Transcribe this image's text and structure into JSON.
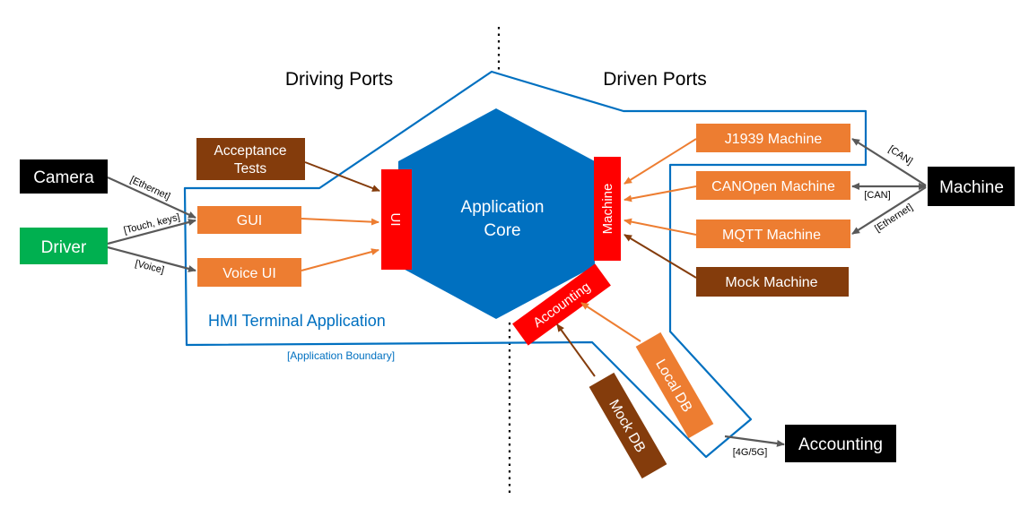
{
  "headings": {
    "driving_ports": "Driving Ports",
    "driven_ports": "Driven Ports"
  },
  "core": {
    "line1": "Application",
    "line2": "Core"
  },
  "ports": {
    "ui": "UI",
    "machine": "Machine",
    "accounting": "Accounting"
  },
  "adapters": {
    "acceptance_tests_line1": "Acceptance",
    "acceptance_tests_line2": "Tests",
    "gui": "GUI",
    "voice_ui": "Voice UI",
    "j1939": "J1939 Machine",
    "canopen": "CANOpen Machine",
    "mqtt": "MQTT Machine",
    "mock_machine": "Mock Machine",
    "local_db": "Local DB",
    "mock_db": "Mock DB"
  },
  "actors": {
    "camera": "Camera",
    "driver": "Driver",
    "machine": "Machine",
    "accounting": "Accounting"
  },
  "connection_labels": {
    "ethernet_camera": "[Ethernet]",
    "touch_keys": "[Touch, keys]",
    "voice": "[Voice]",
    "can_j1939": "[CAN]",
    "can_canopen": "[CAN]",
    "ethernet_mqtt": "[Ethernet]",
    "cellular": "[4G/5G]"
  },
  "boundary": {
    "app_name": "HMI Terminal Application",
    "caption": "[Application Boundary]"
  },
  "colors": {
    "core_blue": "#0070C0",
    "port_red": "#FF0000",
    "adapter_orange": "#ED7D31",
    "adapter_brown": "#843C0C",
    "actor_black": "#000000",
    "actor_green": "#00B050",
    "boundary_blue": "#0070C0",
    "connector_gray": "#595959"
  }
}
